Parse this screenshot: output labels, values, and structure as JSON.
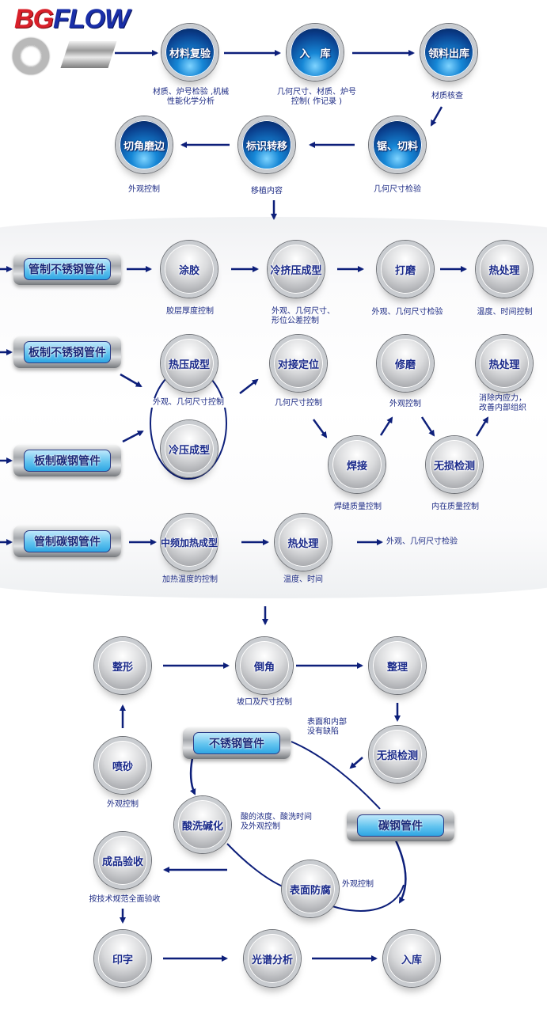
{
  "brand": {
    "logo_part1": "BG",
    "logo_part2": "FLOW"
  },
  "colors": {
    "arrow": "#0d1f7a",
    "text": "#1d2b84",
    "logo_red": "#d8202a",
    "logo_blue": "#1a2fa8"
  },
  "section1": {
    "nodes": [
      {
        "label": "材料复验",
        "note": "材质、炉号检验 ,机械\n性能化学分析"
      },
      {
        "label": "入　库",
        "note": "几何尺寸、材质、炉号\n控制( 作记录 )"
      },
      {
        "label": "领料出库",
        "note": "材质核查"
      },
      {
        "label": "锯、切料",
        "note": "几何尺寸检验"
      },
      {
        "label": "标识转移",
        "note": "移植内容"
      },
      {
        "label": "切角磨边",
        "note": "外观控制"
      }
    ]
  },
  "section2": {
    "row1": {
      "source": "管制不锈钢管件",
      "nodes": [
        {
          "label": "涂胶",
          "note": "胶层厚度控制"
        },
        {
          "label": "冷挤压成型",
          "note": "外观、几何尺寸、\n形位公差控制"
        },
        {
          "label": "打磨",
          "note": "外观、几何尺寸检验"
        },
        {
          "label": "热处理",
          "note": "温度、时间控制"
        }
      ]
    },
    "row2": {
      "sources": [
        "板制不锈钢管件",
        "板制碳钢管件"
      ],
      "forming": [
        {
          "label": "热压成型"
        },
        {
          "label": "冷压成型"
        }
      ],
      "forming_note": "外观、几何尺寸控制",
      "nodes": [
        {
          "label": "对接定位",
          "note": "几何尺寸控制"
        },
        {
          "label": "焊接",
          "note": "焊缝质量控制"
        },
        {
          "label": "修磨",
          "note": "外观控制"
        },
        {
          "label": "无损检测",
          "note": "内在质量控制"
        },
        {
          "label": "热处理",
          "note": "消除内应力，\n改善内部组织"
        }
      ]
    },
    "row3": {
      "source": "管制碳钢管件",
      "nodes": [
        {
          "label": "中频加热成型",
          "note": "加热温度的控制"
        },
        {
          "label": "热处理",
          "note": "温度、时间"
        }
      ],
      "final_note": "外观、几何尺寸检验"
    }
  },
  "section3": {
    "nodes": [
      {
        "label": "整形",
        "note": ""
      },
      {
        "label": "倒角",
        "note": "坡口及尺寸控制"
      },
      {
        "label": "整理",
        "note": ""
      },
      {
        "label": "无损检测",
        "note": ""
      },
      {
        "label": "喷砂",
        "note": "外观控制"
      },
      {
        "label": "酸洗碱化",
        "note": "酸的浓度、酸洗时间\n及外观控制"
      },
      {
        "label": "表面防腐",
        "note": "外观控制"
      },
      {
        "label": "成品验收",
        "note": "按技术规范全面验收"
      },
      {
        "label": "印字",
        "note": ""
      },
      {
        "label": "光谱分析",
        "note": ""
      },
      {
        "label": "入库",
        "note": ""
      }
    ],
    "pills": [
      "不锈钢管件",
      "碳钢管件"
    ],
    "ndt_note": "表面和内部\n没有缺陷"
  }
}
